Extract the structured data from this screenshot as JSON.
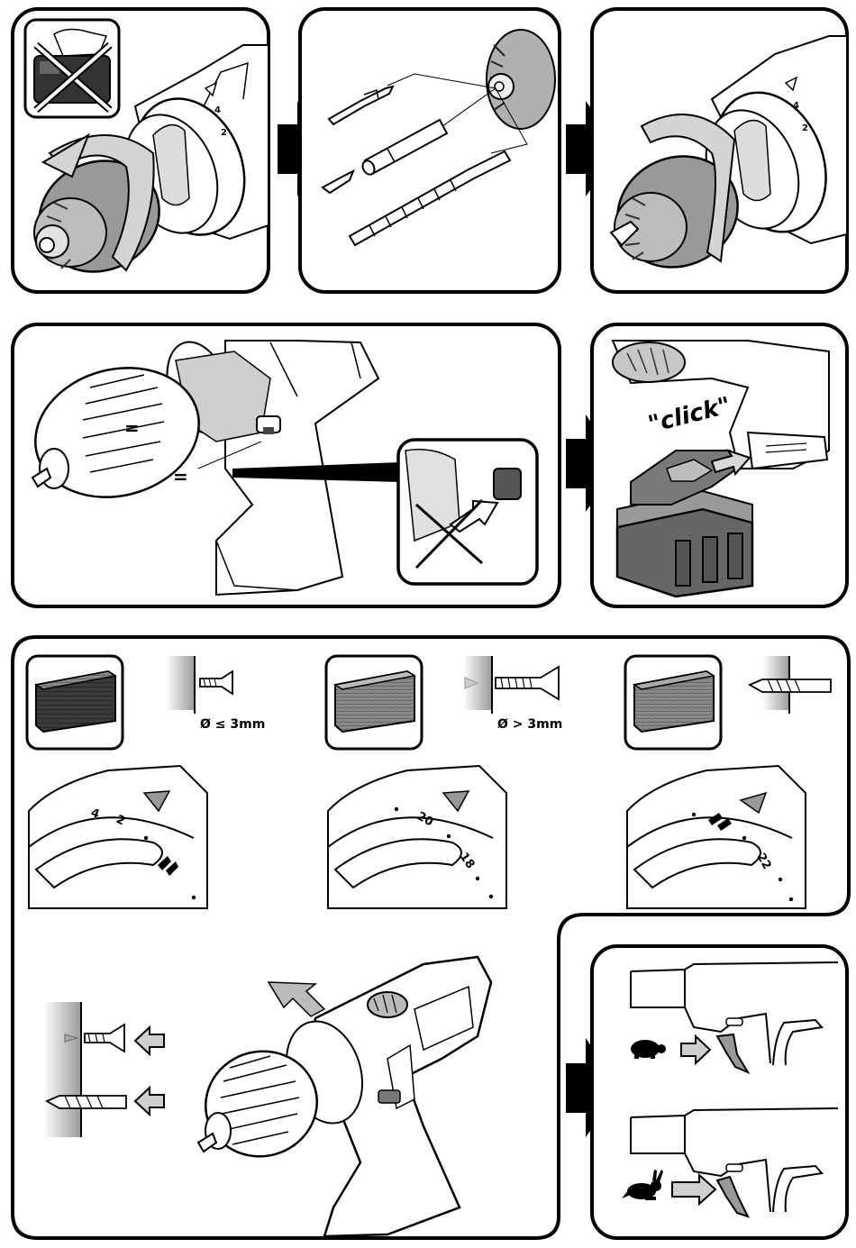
{
  "figure": {
    "click_text": "\"click\"",
    "labels": {
      "eq_1": "=",
      "eq_2": "="
    },
    "settings": [
      {
        "diameter_label": "Ø ≤ 3mm",
        "dial_numbers": [
          "4",
          "2"
        ]
      },
      {
        "diameter_label": "Ø > 3mm",
        "dial_numbers": [
          "20",
          "18"
        ]
      },
      {
        "diameter_label": "",
        "dial_numbers": [
          "22"
        ]
      }
    ],
    "colors": {
      "line": "#000000",
      "fill_light": "#e6e6e6",
      "fill_mid": "#b9b9b9",
      "fill_dark": "#4a4a4a"
    },
    "icons": [
      "no-battery-icon",
      "turtle-icon",
      "rabbit-icon",
      "right-arrow-icon",
      "drill-bit-icon",
      "screw-icon"
    ]
  }
}
